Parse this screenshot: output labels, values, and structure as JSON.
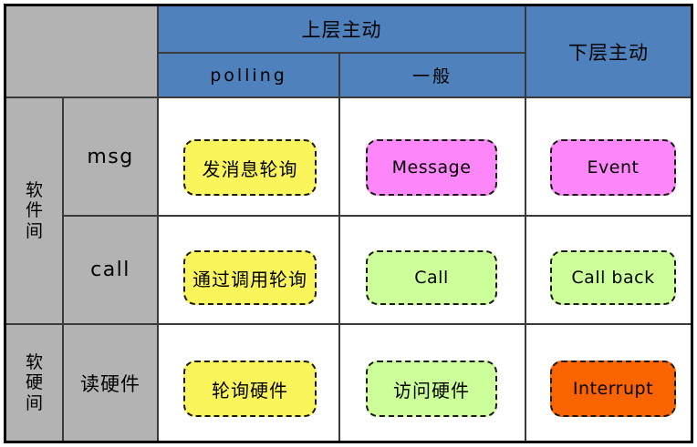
{
  "diagram": {
    "title_corner": "",
    "header": {
      "top_group_label": "上层主动",
      "sub_columns": [
        "polling",
        "一般"
      ],
      "right_column_label": "下层主动"
    },
    "row_groups": [
      {
        "label": "软件间",
        "rows": [
          "msg",
          "call"
        ]
      },
      {
        "label": "软硬间",
        "rows": [
          "读硬件"
        ]
      }
    ],
    "cells": {
      "msg": {
        "polling": "发消息轮询",
        "general": "Message",
        "lower": "Event"
      },
      "call": {
        "polling": "通过调用轮询",
        "general": "Call",
        "lower": "Call back"
      },
      "hardware": {
        "polling": "轮询硬件",
        "general": "访问硬件",
        "lower": "Interrupt"
      }
    },
    "colors": {
      "header_blue": "#4f81bd",
      "label_gray": "#b3b3b3",
      "yellow": "#fbf55c",
      "pink": "#fd86f8",
      "green": "#ccff99",
      "orange": "#fa6400",
      "border": "#000000",
      "grid_line": "#3a3a3a"
    }
  }
}
